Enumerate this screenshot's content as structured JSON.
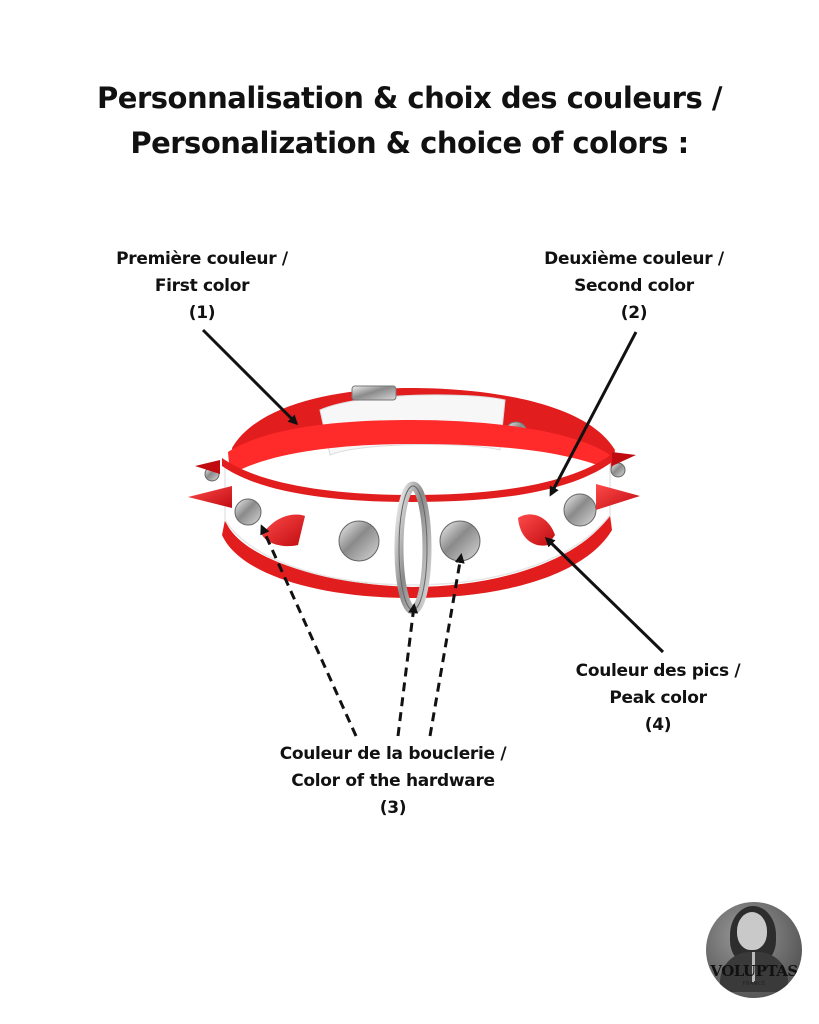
{
  "title": {
    "line1": "Personnalisation & choix des couleurs /",
    "line2": "Personalization & choice of colors :"
  },
  "labels": {
    "first": {
      "fr": "Première couleur /",
      "en": "First color",
      "num": "(1)"
    },
    "second": {
      "fr": "Deuxième couleur /",
      "en": "Second color",
      "num": "(2)"
    },
    "hardware": {
      "fr": "Couleur de la bouclerie /",
      "en": "Color of the hardware",
      "num": "(3)"
    },
    "peak": {
      "fr": "Couleur des pics /",
      "en": "Peak color",
      "num": "(4)"
    }
  },
  "logo": {
    "brand": "VOLUPTAS",
    "sub": "FRANCE"
  },
  "colors": {
    "first_color": "#e11d1d",
    "second_color": "#ffffff",
    "hardware": "#9a9a9a",
    "peak": "#e0141a"
  }
}
